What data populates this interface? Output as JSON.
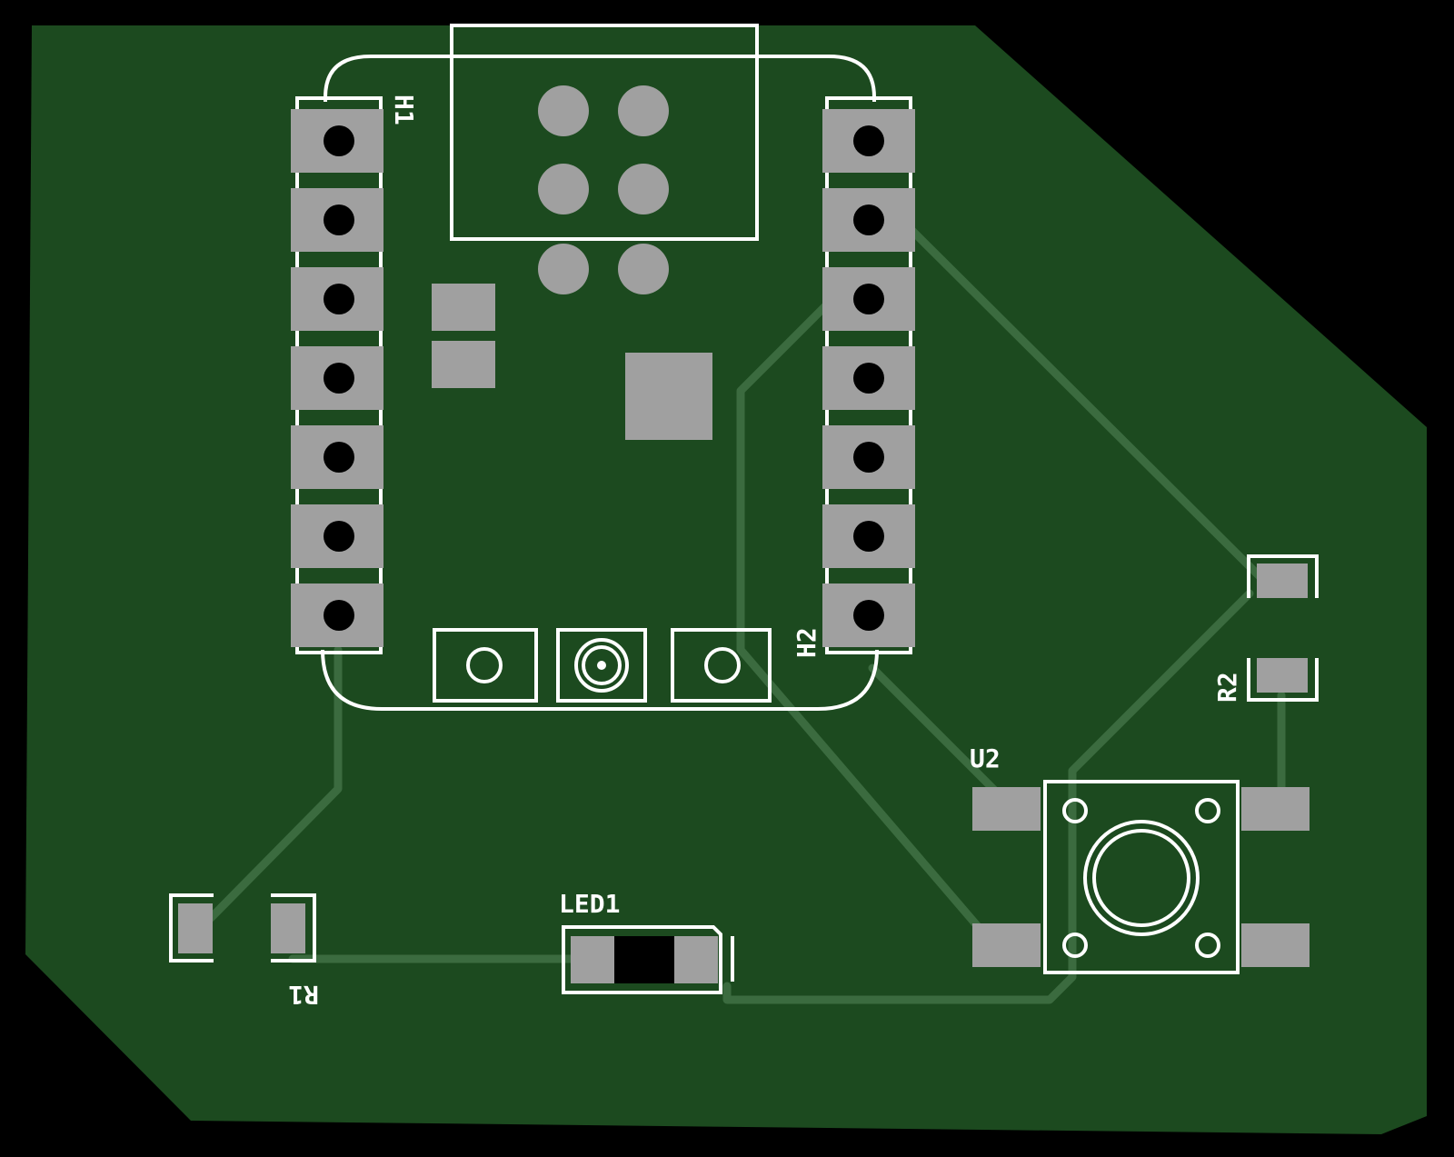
{
  "board": {
    "background_color": "#000000",
    "pcb_color": "#1c4a1f",
    "trace_color": "#3b6b3f",
    "silkscreen_color": "#ffffff",
    "pad_color": "#a0a0a0"
  },
  "labels": {
    "h1": "H1",
    "h2": "H2",
    "u2": "U2",
    "r1": "R1",
    "r2": "R2",
    "led1": "LED1"
  }
}
